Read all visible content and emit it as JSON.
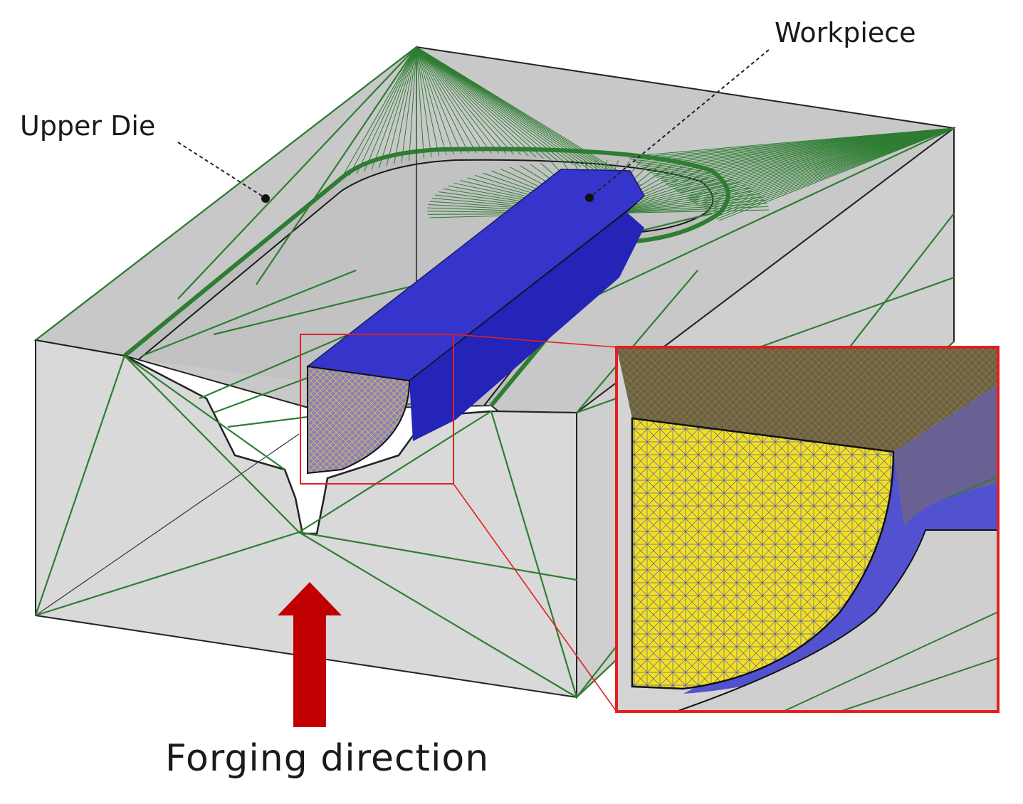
{
  "labels": {
    "upper_die": "Upper Die",
    "workpiece": "Workpiece",
    "forging_direction": "Forging direction"
  },
  "colors": {
    "die_top": "#c9c9c9",
    "die_front": "#d8d8d8",
    "die_side": "#cfcfcf",
    "mesh_green": "#2e7d32",
    "workpiece_blue": "#3333cc",
    "mesh_yellow": "#f2e020",
    "arrow_red": "#c00000",
    "callout_red": "#e02020",
    "edge": "#222222"
  }
}
